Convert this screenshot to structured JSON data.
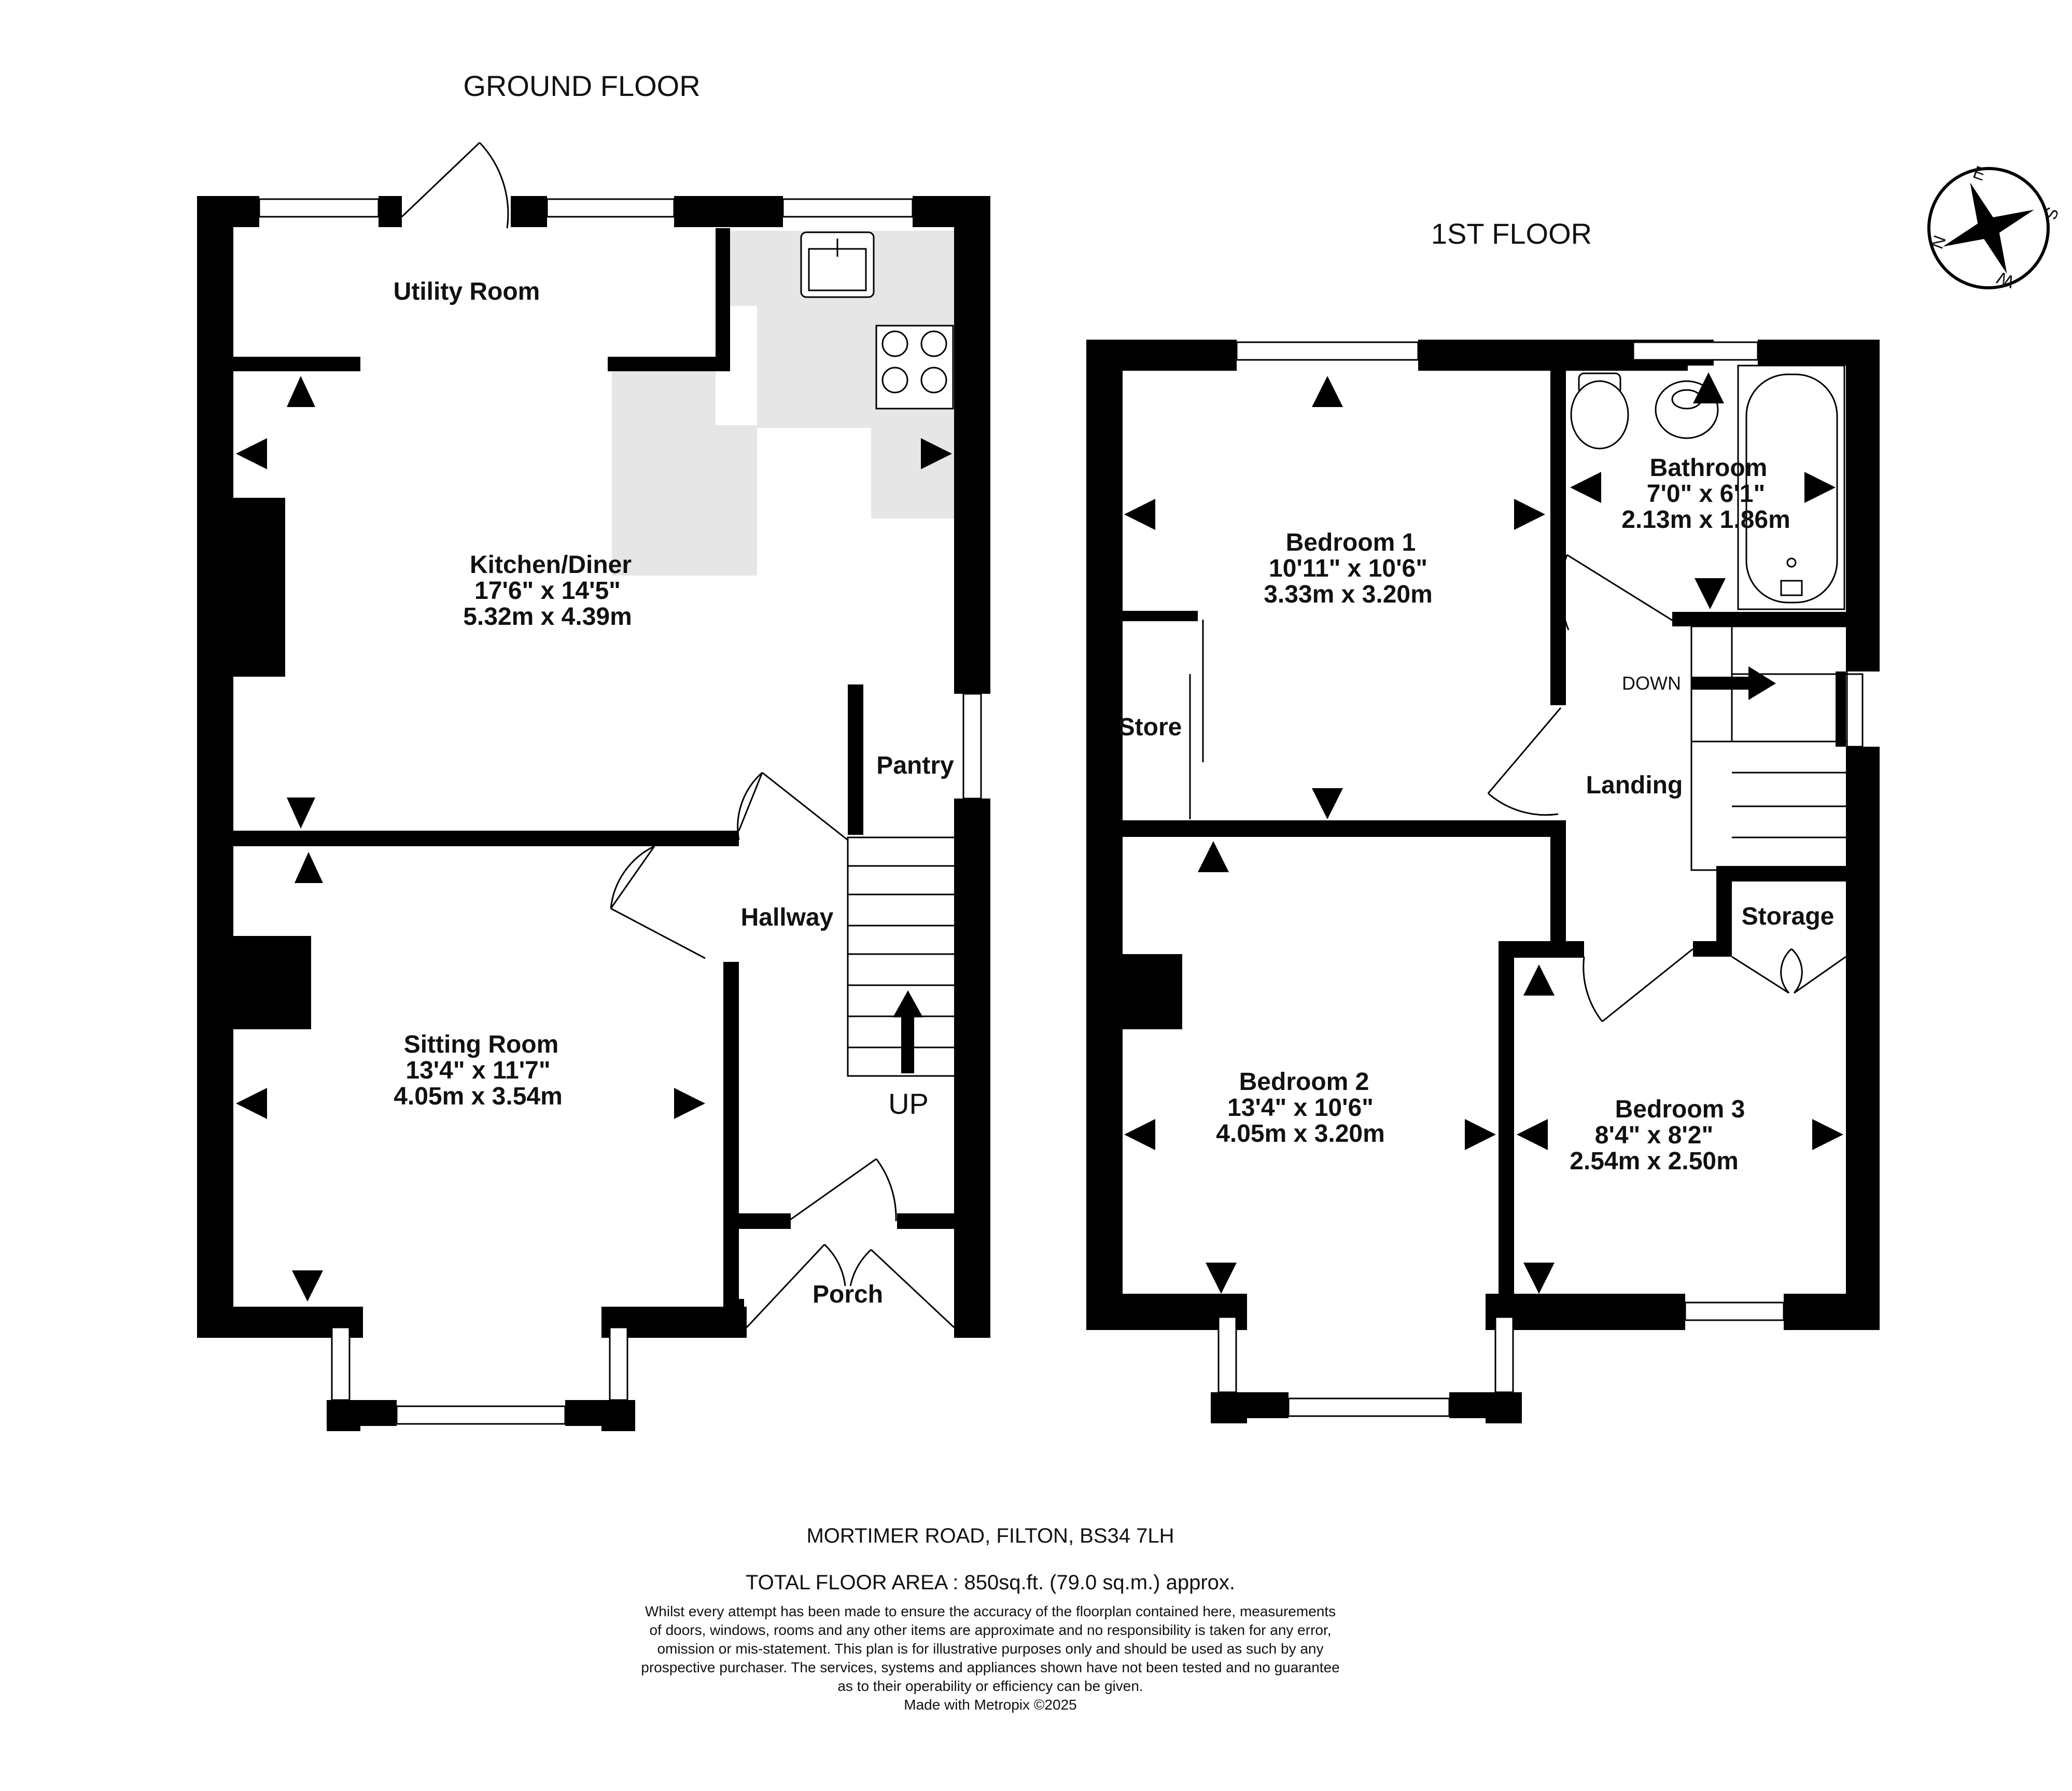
{
  "floors": {
    "ground": "GROUND FLOOR",
    "first": "1ST FLOOR"
  },
  "rooms": {
    "utility": {
      "name": "Utility Room"
    },
    "kitchen": {
      "name": "Kitchen/Diner",
      "imperial": "17'6\"  x 14'5\"",
      "metric": "5.32m  x 4.39m"
    },
    "pantry": {
      "name": "Pantry"
    },
    "hallway": {
      "name": "Hallway"
    },
    "sitting": {
      "name": "Sitting Room",
      "imperial": "13'4\"  x 11'7\"",
      "metric": "4.05m  x 3.54m"
    },
    "porch": {
      "name": "Porch"
    },
    "bedroom1": {
      "name": "Bedroom 1",
      "imperial": "10'11\"  x 10'6\"",
      "metric": "3.33m  x 3.20m"
    },
    "store": {
      "name": "Store"
    },
    "bathroom": {
      "name": "Bathroom",
      "imperial": "7'0\"  x 6'1\"",
      "metric": "2.13m  x 1.86m"
    },
    "landing": {
      "name": "Landing"
    },
    "storage": {
      "name": "Storage"
    },
    "bedroom2": {
      "name": "Bedroom 2",
      "imperial": "13'4\"  x 10'6\"",
      "metric": "4.05m  x 3.20m"
    },
    "bedroom3": {
      "name": "Bedroom 3",
      "imperial": "8'4\"  x 8'2\"",
      "metric": "2.54m  x 2.50m"
    }
  },
  "stairs": {
    "up": "UP",
    "down": "DOWN"
  },
  "compass": {
    "n": "N",
    "e": "E",
    "s": "S",
    "w": "W",
    "icon": "compass-icon"
  },
  "footer": {
    "address": "MORTIMER ROAD, FILTON, BS34 7LH",
    "total_area": "TOTAL FLOOR AREA : 850sq.ft. (79.0 sq.m.) approx.",
    "disclaimer": [
      "Whilst every attempt has been made to ensure the accuracy of the floorplan contained here, measurements",
      "of doors, windows, rooms and any other items are approximate and no responsibility is taken for any error,",
      "omission or mis-statement. This plan is for illustrative purposes only and should be used as such by any",
      "prospective purchaser. The services, systems and appliances shown have not been tested and no guarantee",
      "as to their operability or efficiency can be given."
    ],
    "credit": "Made with Metropix ©2025"
  },
  "colors": {
    "wall": "#000000",
    "kitchen_counter": "#e6e6e6",
    "background": "#ffffff"
  }
}
